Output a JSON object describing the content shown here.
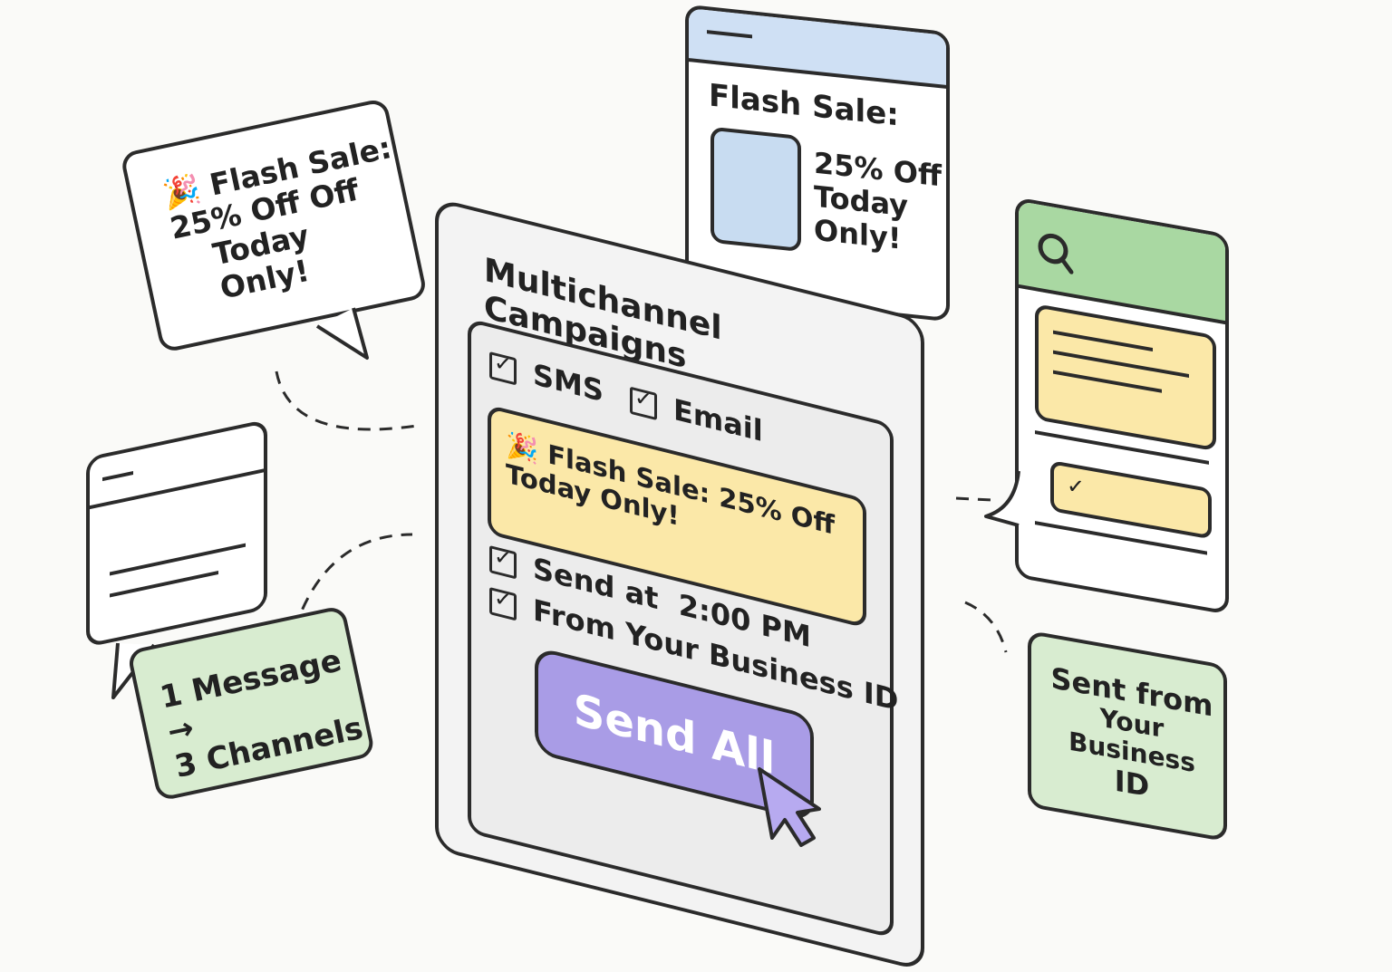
{
  "bubble_left": {
    "line1": "Flash Sale:",
    "line2": "25% Off Off",
    "line3": "Today Only!"
  },
  "browser_top": {
    "title": "Flash Sale:",
    "line1": "25% Off",
    "line2": "Today",
    "line3": "Only!"
  },
  "main_panel": {
    "title": "Multichannel Campaigns",
    "channels": [
      {
        "label": "SMS",
        "checked": true
      },
      {
        "label": "Email",
        "checked": true
      }
    ],
    "message_line1": "Flash Sale: 25% Off",
    "message_line2": "Today Only!",
    "schedule_label": "Send at",
    "schedule_time": "2:00 PM",
    "sender_label": "From Your Business ID",
    "send_button": "Send All"
  },
  "note_left": {
    "line1": "1 Message →",
    "line2": "3 Channels"
  },
  "note_right": {
    "line1": "Sent from",
    "line2": "Your Business",
    "line3": "ID"
  },
  "colors": {
    "message_bg": "#fbe8a8",
    "button_bg": "#a99ce6",
    "note_bg": "#d8ecd0",
    "browser_bar": "#cfe0f4",
    "chat_bar": "#a9d8a2"
  },
  "icons": [
    "party-popper-icon",
    "search-icon",
    "checkbox-icon",
    "cursor-pointer-icon"
  ]
}
